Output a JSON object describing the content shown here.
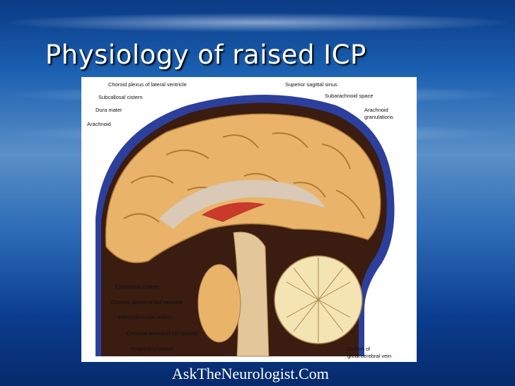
{
  "slide": {
    "title": "Physiology of raised ICP",
    "footer": "AskTheNeurologist.Com"
  },
  "figure": {
    "labels": {
      "choroid_plexus_lateral": "Choroid plexus of lateral ventricle",
      "superior_sagittal_sinus": "Superior sagittal sinus",
      "subcallosal_cistern": "Subcallosal cistern",
      "subarachnoid_space": "Subarachnoid space",
      "dura_mater": "Dura mater",
      "arachnoid_granulations_1": "Arachnoid",
      "arachnoid_granulations_2": "granulations",
      "arachnoid": "Arachnoid",
      "chiasmatic_cistern": "Chiasmatic cistern",
      "choroid_plexus_3rd": "Choroid plexus of 3rd ventricle",
      "interpeduncular_cistern": "Interpeduncular cistern",
      "cerebral_aqueduct": "Cerebral aqueduct (of Sylvius)",
      "prepontine_cistern": "Prepontine cistern",
      "cistern_great_vein_1": "Cistern of",
      "cistern_great_vein_2": "great cerebral vein"
    }
  },
  "colors": {
    "background_sea": "#1a5fb0",
    "title": "#ffffff",
    "dura": "#2c3f9c",
    "brain": "#e9b46a",
    "csf_space": "#3a1c10",
    "cerebellum": "#f4e4b4",
    "choroid": "#c83a2a"
  }
}
